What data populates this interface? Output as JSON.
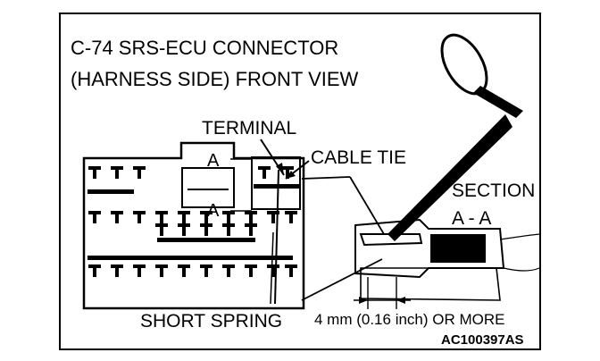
{
  "diagram": {
    "title_line1": "C-74 SRS-ECU CONNECTOR",
    "title_line2": "(HARNESS SIDE) FRONT VIEW",
    "label_terminal": "TERMINAL",
    "label_cable_tie": "CABLE TIE",
    "label_section_line1": "SECTION",
    "label_section_line2": "A - A",
    "label_short_spring": "SHORT SPRING",
    "label_measure": "4 mm (0.16 inch) OR MORE",
    "section_mark_top": "A",
    "section_mark_bottom": "A",
    "figure_code": "AC100397AS"
  }
}
